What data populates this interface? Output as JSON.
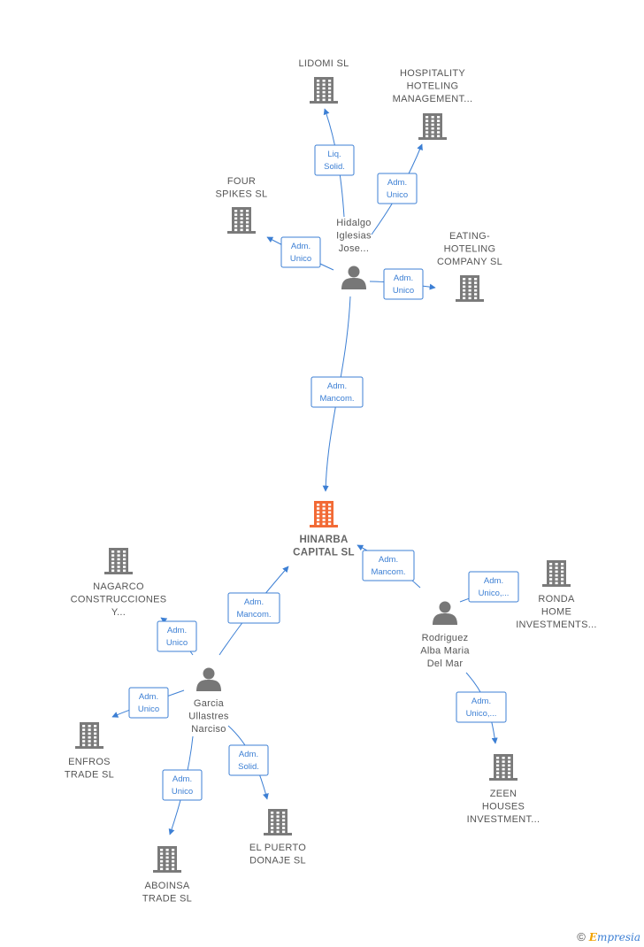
{
  "colors": {
    "edge": "#3c7fd4",
    "building": "#7a7a7a",
    "center_building": "#f26a35",
    "person": "#777777",
    "label": "#555555"
  },
  "nodes": [
    {
      "id": "lidomi",
      "type": "company",
      "lines": [
        "LIDOMI SL"
      ]
    },
    {
      "id": "hospitality",
      "type": "company",
      "lines": [
        "HOSPITALITY",
        "HOTELING",
        "MANAGEMENT..."
      ]
    },
    {
      "id": "fourspikes",
      "type": "company",
      "lines": [
        "FOUR",
        "SPIKES  SL"
      ]
    },
    {
      "id": "eating",
      "type": "company",
      "lines": [
        "EATING-",
        "HOTELING",
        "COMPANY  SL"
      ]
    },
    {
      "id": "hidalgo",
      "type": "person",
      "lines": [
        "Hidalgo",
        "Iglesias",
        "Jose..."
      ]
    },
    {
      "id": "hinarba",
      "type": "center",
      "lines": [
        "HINARBA",
        "CAPITAL  SL"
      ]
    },
    {
      "id": "nagarco",
      "type": "company",
      "lines": [
        "NAGARCO",
        "CONSTRUCCIONES",
        "Y..."
      ]
    },
    {
      "id": "ronda",
      "type": "company",
      "lines": [
        "RONDA",
        "HOME",
        "INVESTMENTS..."
      ]
    },
    {
      "id": "rodriguez",
      "type": "person",
      "lines": [
        "Rodriguez",
        "Alba Maria",
        "Del Mar"
      ]
    },
    {
      "id": "garcia",
      "type": "person",
      "lines": [
        "Garcia",
        "Ullastres",
        "Narciso"
      ]
    },
    {
      "id": "enfros",
      "type": "company",
      "lines": [
        "ENFROS",
        "TRADE SL"
      ]
    },
    {
      "id": "zeen",
      "type": "company",
      "lines": [
        "ZEEN",
        "HOUSES",
        "INVESTMENT..."
      ]
    },
    {
      "id": "elpuerto",
      "type": "company",
      "lines": [
        "EL PUERTO",
        "DONAJE  SL"
      ]
    },
    {
      "id": "aboinsa",
      "type": "company",
      "lines": [
        "ABOINSA",
        "TRADE  SL"
      ]
    }
  ],
  "edges": [
    {
      "from": "hidalgo",
      "to": "lidomi",
      "label": [
        "Liq.",
        "Solid."
      ]
    },
    {
      "from": "hidalgo",
      "to": "hospitality",
      "label": [
        "Adm.",
        "Unico"
      ]
    },
    {
      "from": "hidalgo",
      "to": "fourspikes",
      "label": [
        "Adm.",
        "Unico"
      ]
    },
    {
      "from": "hidalgo",
      "to": "eating",
      "label": [
        "Adm.",
        "Unico"
      ]
    },
    {
      "from": "hidalgo",
      "to": "hinarba",
      "label": [
        "Adm.",
        "Mancom."
      ]
    },
    {
      "from": "garcia",
      "to": "hinarba",
      "label": [
        "Adm.",
        "Mancom."
      ]
    },
    {
      "from": "rodriguez",
      "to": "hinarba",
      "label": [
        "Adm.",
        "Mancom."
      ]
    },
    {
      "from": "garcia",
      "to": "nagarco",
      "label": [
        "Adm.",
        "Unico"
      ]
    },
    {
      "from": "rodriguez",
      "to": "ronda",
      "label": [
        "Adm.",
        "Unico,..."
      ]
    },
    {
      "from": "garcia",
      "to": "enfros",
      "label": [
        "Adm.",
        "Unico"
      ]
    },
    {
      "from": "rodriguez",
      "to": "zeen",
      "label": [
        "Adm.",
        "Unico,..."
      ]
    },
    {
      "from": "garcia",
      "to": "elpuerto",
      "label": [
        "Adm.",
        "Solid."
      ]
    },
    {
      "from": "garcia",
      "to": "aboinsa",
      "label": [
        "Adm.",
        "Unico"
      ]
    }
  ],
  "brand": {
    "copyright": "©",
    "name_first": "E",
    "name_rest": "mpresia"
  }
}
